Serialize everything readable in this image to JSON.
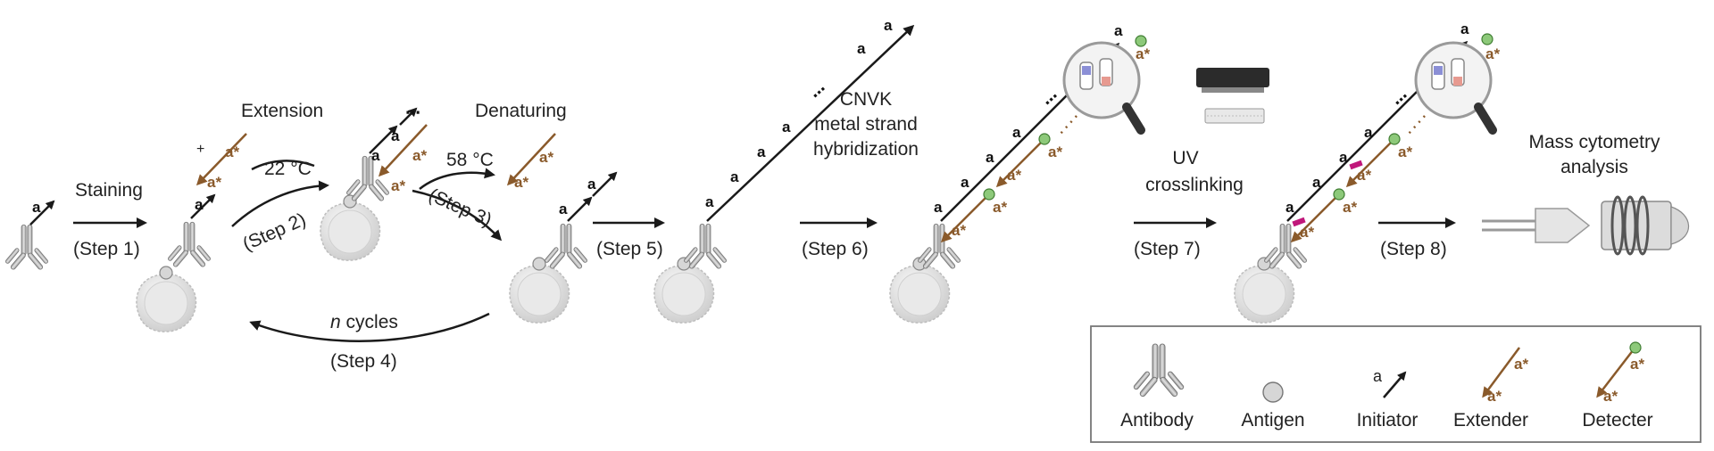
{
  "labels": {
    "staining": "Staining",
    "extension": "Extension",
    "denaturing": "Denaturing",
    "temp_22": "22 °C",
    "temp_58": "58 °C",
    "plus": "+",
    "n_cycles_n": "n",
    "n_cycles_rest": " cycles",
    "cnvk_line1": "CNVK",
    "cnvk_line2": "metal strand",
    "cnvk_line3": "hybridization",
    "uv_line1": "UV",
    "uv_line2": "crosslinking",
    "mass_line1": "Mass cytometry",
    "mass_line2": "analysis"
  },
  "steps": {
    "s1": "(Step 1)",
    "s2": "(Step 2)",
    "s3": "(Step 3)",
    "s4": "(Step 4)",
    "s5": "(Step 5)",
    "s6": "(Step 6)",
    "s7": "(Step 7)",
    "s8": "(Step 8)"
  },
  "strand": {
    "segment": "a",
    "complement": "a*",
    "ellipsis": "⋯"
  },
  "legend": {
    "antibody": "Antibody",
    "antigen": "Antigen",
    "initiator": "Initiator",
    "extender": "Extender",
    "detecter": "Detecter"
  },
  "colors": {
    "ink": "#1a1a1a",
    "extender_brown": "#8a5a2b",
    "detector_green": "#8dc97a",
    "antibody_gray": "#b8b8b8",
    "cell_gray": "#e6e6e6",
    "crosslink_magenta": "#c0177a"
  }
}
